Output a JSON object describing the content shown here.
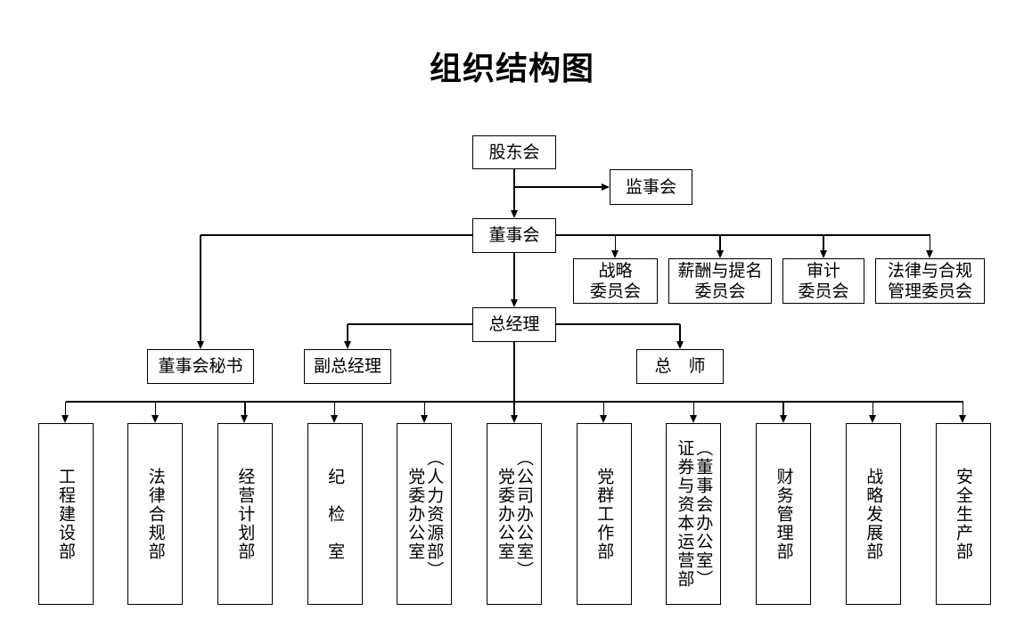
{
  "title": "组织结构图",
  "colors": {
    "background": "#ffffff",
    "line": "#000000",
    "text": "#000000"
  },
  "nodes": {
    "shareholders": {
      "label": "股东会"
    },
    "supervisory_board": {
      "label": "监事会"
    },
    "board_of_directors": {
      "label": "董事会"
    },
    "general_manager": {
      "label": "总经理"
    },
    "board_secretary": {
      "label": "董事会秘书"
    },
    "deputy_general_manager": {
      "label": "副总经理"
    },
    "chief_engineer": {
      "label": "总　师"
    }
  },
  "committees": [
    {
      "label": "战略\n委员会"
    },
    {
      "label": "薪酬与提名\n委员会"
    },
    {
      "label": "审计\n委员会"
    },
    {
      "label": "法律与合规\n管理委员会"
    }
  ],
  "departments": [
    {
      "label": "工程建设部"
    },
    {
      "label": "法律合规部"
    },
    {
      "label": "经营计划部"
    },
    {
      "label": "纪　检　室"
    },
    {
      "label": "党委办公室\n（人力资源部）"
    },
    {
      "label": "党委办公室\n（公司办公室）"
    },
    {
      "label": "党群工作部"
    },
    {
      "label": "证券与资本运营部\n（董事会办公室）"
    },
    {
      "label": "财务管理部"
    },
    {
      "label": "战略发展部"
    },
    {
      "label": "安全生产部"
    }
  ]
}
